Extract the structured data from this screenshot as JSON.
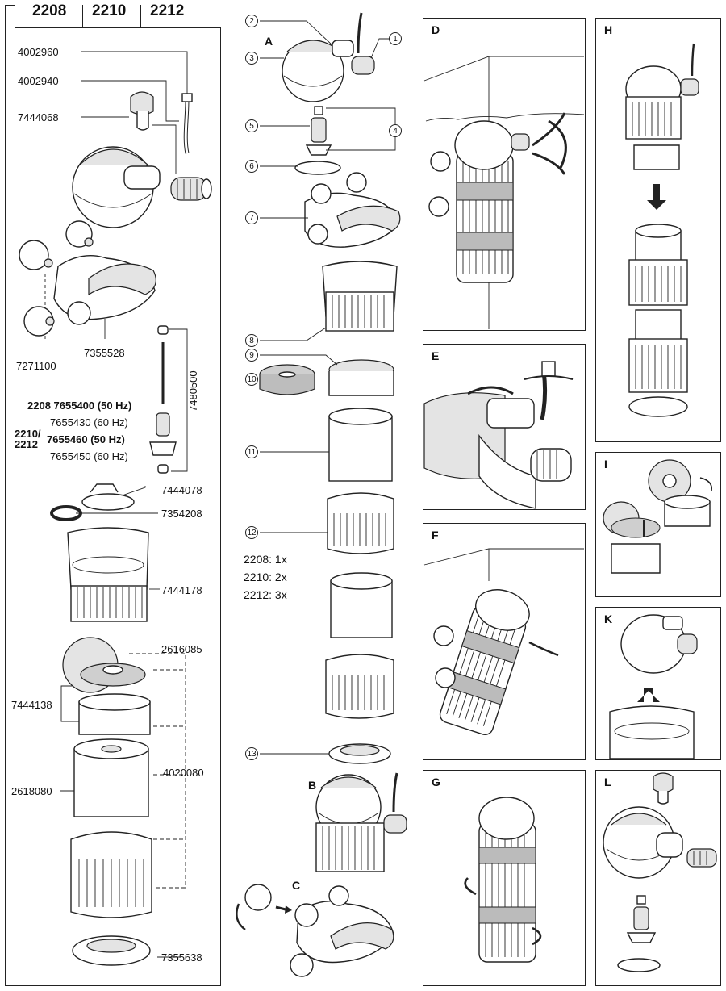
{
  "header": {
    "models": [
      "2208",
      "2210",
      "2212"
    ]
  },
  "parts_list": {
    "p1": "4002960",
    "p2": "4002940",
    "p3": "7444068",
    "p4": "7271100",
    "p5": "7355528",
    "p6": "7480500",
    "motor_2208": "2208 7655400 (50 Hz)",
    "motor_2208_60": "7655430 (60 Hz)",
    "motor_2210_prefix": "2210/",
    "motor_2212_prefix": "2212",
    "motor_2210_50": "7655460 (50 Hz)",
    "motor_2210_60": "7655450 (60 Hz)",
    "p7": "7444078",
    "p8": "7354208",
    "p9": "7444178",
    "p10": "2616085",
    "p11": "7444138",
    "p12": "4020080",
    "p13": "2618080",
    "p14": "7355638"
  },
  "assembly": {
    "step_a": "A",
    "step_b": "B",
    "step_c": "C",
    "callouts": [
      "1",
      "2",
      "3",
      "4",
      "5",
      "6",
      "7",
      "8",
      "9",
      "10",
      "11",
      "12",
      "13"
    ],
    "module_counts": [
      "2208: 1x",
      "2210: 2x",
      "2212: 3x"
    ]
  },
  "panels": {
    "d": "D",
    "e": "E",
    "f": "F",
    "g": "G",
    "h": "H",
    "i": "I",
    "k": "K",
    "l": "L"
  }
}
